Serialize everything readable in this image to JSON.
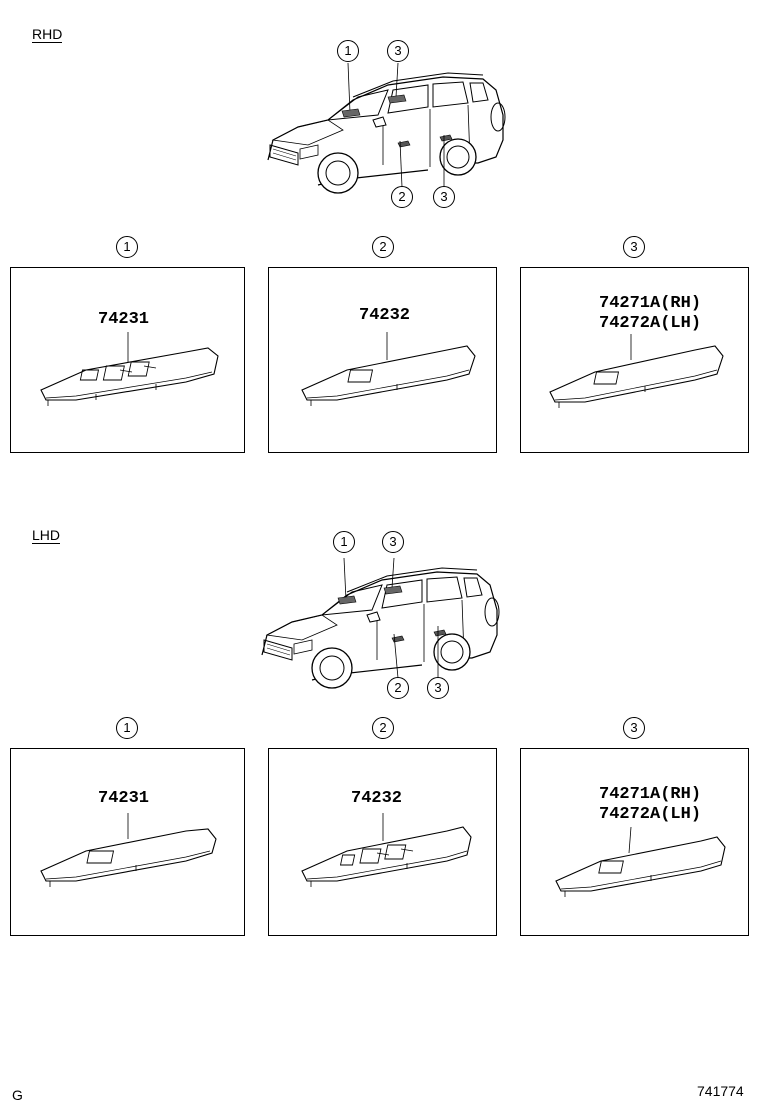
{
  "sections": [
    {
      "label": "RHD",
      "car_callouts": [
        "1",
        "3",
        "2",
        "3"
      ],
      "panels": [
        {
          "callout": "1",
          "parts": [
            "74231"
          ]
        },
        {
          "callout": "2",
          "parts": [
            "74232"
          ]
        },
        {
          "callout": "3",
          "parts": [
            "74271A(RH)",
            "74272A(LH)"
          ]
        }
      ]
    },
    {
      "label": "LHD",
      "car_callouts": [
        "1",
        "3",
        "2",
        "3"
      ],
      "panels": [
        {
          "callout": "1",
          "parts": [
            "74231"
          ]
        },
        {
          "callout": "2",
          "parts": [
            "74232"
          ]
        },
        {
          "callout": "3",
          "parts": [
            "74271A(RH)",
            "74272A(LH)"
          ]
        }
      ]
    }
  ],
  "footer": {
    "left": "G",
    "right": "741774"
  }
}
